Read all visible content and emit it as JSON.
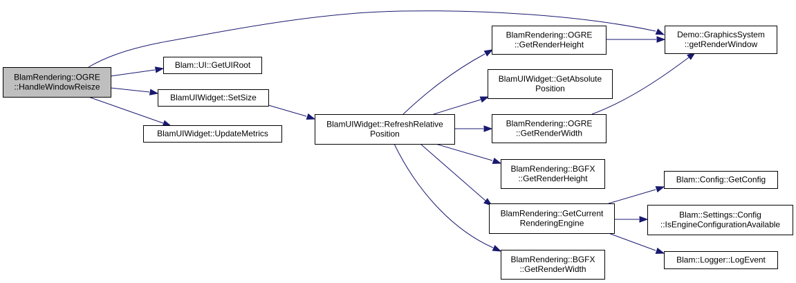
{
  "graph": {
    "nodes": [
      {
        "id": "handle",
        "lines": [
          "BlamRendering::OGRE",
          "::HandleWindowReisze"
        ],
        "root": true
      },
      {
        "id": "getuiroot",
        "lines": [
          "Blam::UI::GetUIRoot"
        ]
      },
      {
        "id": "setsize",
        "lines": [
          "BlamUIWidget::SetSize"
        ]
      },
      {
        "id": "updatemetrics",
        "lines": [
          "BlamUIWidget::UpdateMetrics"
        ]
      },
      {
        "id": "refresh",
        "lines": [
          "BlamUIWidget::RefreshRelative",
          "Position"
        ]
      },
      {
        "id": "ogre_height",
        "lines": [
          "BlamRendering::OGRE",
          "::GetRenderHeight"
        ]
      },
      {
        "id": "abspos",
        "lines": [
          "BlamUIWidget::GetAbsolute",
          "Position"
        ]
      },
      {
        "id": "ogre_width",
        "lines": [
          "BlamRendering::OGRE",
          "::GetRenderWidth"
        ]
      },
      {
        "id": "bgfx_height",
        "lines": [
          "BlamRendering::BGFX",
          "::GetRenderHeight"
        ]
      },
      {
        "id": "current_engine",
        "lines": [
          "BlamRendering::GetCurrent",
          "RenderingEngine"
        ]
      },
      {
        "id": "bgfx_width",
        "lines": [
          "BlamRendering::BGFX",
          "::GetRenderWidth"
        ]
      },
      {
        "id": "getrenderwindow",
        "lines": [
          "Demo::GraphicsSystem",
          "::getRenderWindow"
        ]
      },
      {
        "id": "getconfig",
        "lines": [
          "Blam::Config::GetConfig"
        ]
      },
      {
        "id": "isengine",
        "lines": [
          "Blam::Settings::Config",
          "::IsEngineConfigurationAvailable"
        ]
      },
      {
        "id": "logevent",
        "lines": [
          "Blam::Logger::LogEvent"
        ]
      }
    ],
    "edges": [
      {
        "from": "handle",
        "to": "getrenderwindow"
      },
      {
        "from": "handle",
        "to": "getuiroot"
      },
      {
        "from": "handle",
        "to": "setsize"
      },
      {
        "from": "handle",
        "to": "updatemetrics"
      },
      {
        "from": "setsize",
        "to": "refresh"
      },
      {
        "from": "refresh",
        "to": "ogre_height"
      },
      {
        "from": "refresh",
        "to": "abspos"
      },
      {
        "from": "refresh",
        "to": "ogre_width"
      },
      {
        "from": "refresh",
        "to": "bgfx_height"
      },
      {
        "from": "refresh",
        "to": "current_engine"
      },
      {
        "from": "refresh",
        "to": "bgfx_width"
      },
      {
        "from": "ogre_height",
        "to": "getrenderwindow"
      },
      {
        "from": "ogre_width",
        "to": "getrenderwindow"
      },
      {
        "from": "current_engine",
        "to": "getconfig"
      },
      {
        "from": "current_engine",
        "to": "isengine"
      },
      {
        "from": "current_engine",
        "to": "logevent"
      }
    ]
  }
}
